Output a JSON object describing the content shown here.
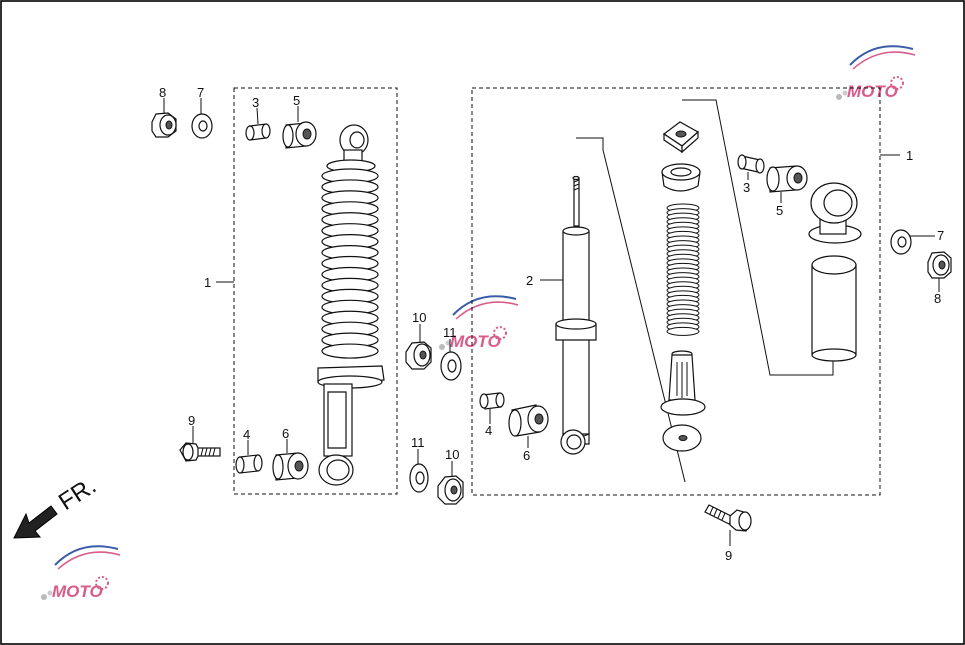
{
  "direction_label": "FR.",
  "watermark": {
    "logo_text": "MOTO",
    "color": "#d95b8a",
    "accent": "#3a5ba8"
  },
  "callouts": {
    "left_assembly": {
      "n1": "1",
      "n3": "3",
      "n4": "4",
      "n5": "5",
      "n6": "6",
      "n7": "7",
      "n8": "8",
      "n9": "9"
    },
    "center": {
      "n10_top": "10",
      "n11_top": "11",
      "n11_bottom": "11",
      "n10_bottom": "10"
    },
    "right_assembly": {
      "n1": "1",
      "n2": "2",
      "n3": "3",
      "n4": "4",
      "n5": "5",
      "n6": "6",
      "n7": "7",
      "n8": "8",
      "n9": "9"
    }
  }
}
